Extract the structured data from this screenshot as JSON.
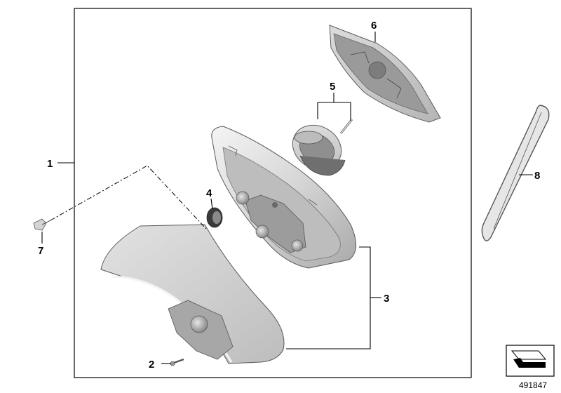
{
  "diagram": {
    "parts": [
      {
        "number": "1",
        "depicts": "mirror assembly"
      },
      {
        "number": "2",
        "depicts": "screw"
      },
      {
        "number": "3",
        "depicts": "mirror housing with base"
      },
      {
        "number": "4",
        "depicts": "grommet"
      },
      {
        "number": "5",
        "depicts": "actuator with pin"
      },
      {
        "number": "6",
        "depicts": "mirror glass"
      },
      {
        "number": "7",
        "depicts": "clip"
      },
      {
        "number": "8",
        "depicts": "cable tie"
      }
    ],
    "reference_number": "491847",
    "colors": {
      "line": "#000000",
      "part_fill": "#d9d9d9",
      "part_dark": "#8c8c8c",
      "part_light": "#eeeeee"
    }
  }
}
